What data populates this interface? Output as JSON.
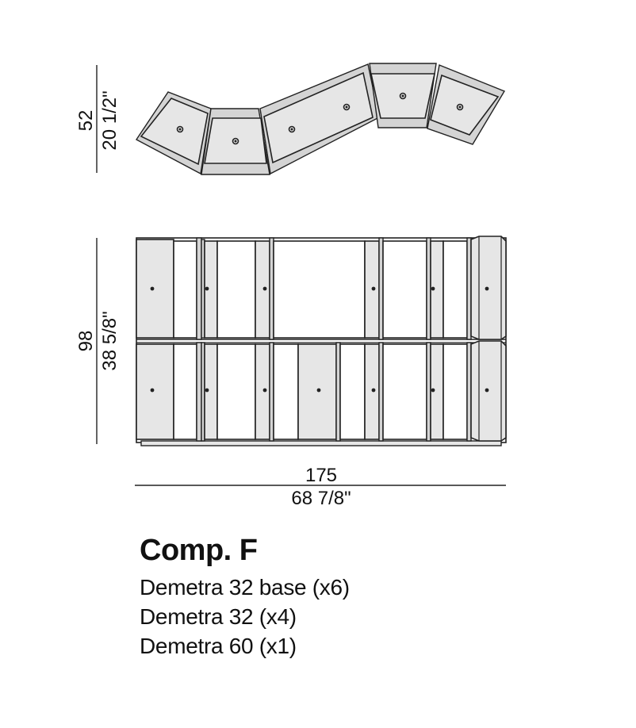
{
  "dimensions": {
    "depth_cm": "52",
    "depth_in": "20 1/2\"",
    "height_cm": "98",
    "height_in": "38 5/8\"",
    "width_cm": "175",
    "width_in": "68 7/8\""
  },
  "caption": {
    "title": "Comp. F",
    "items": [
      "Demetra 32 base (x6)",
      "Demetra 32 (x4)",
      "Demetra 60 (x1)"
    ]
  },
  "colors": {
    "panel": "#e6e6e6",
    "stroke": "#222222",
    "background": "#ffffff"
  }
}
